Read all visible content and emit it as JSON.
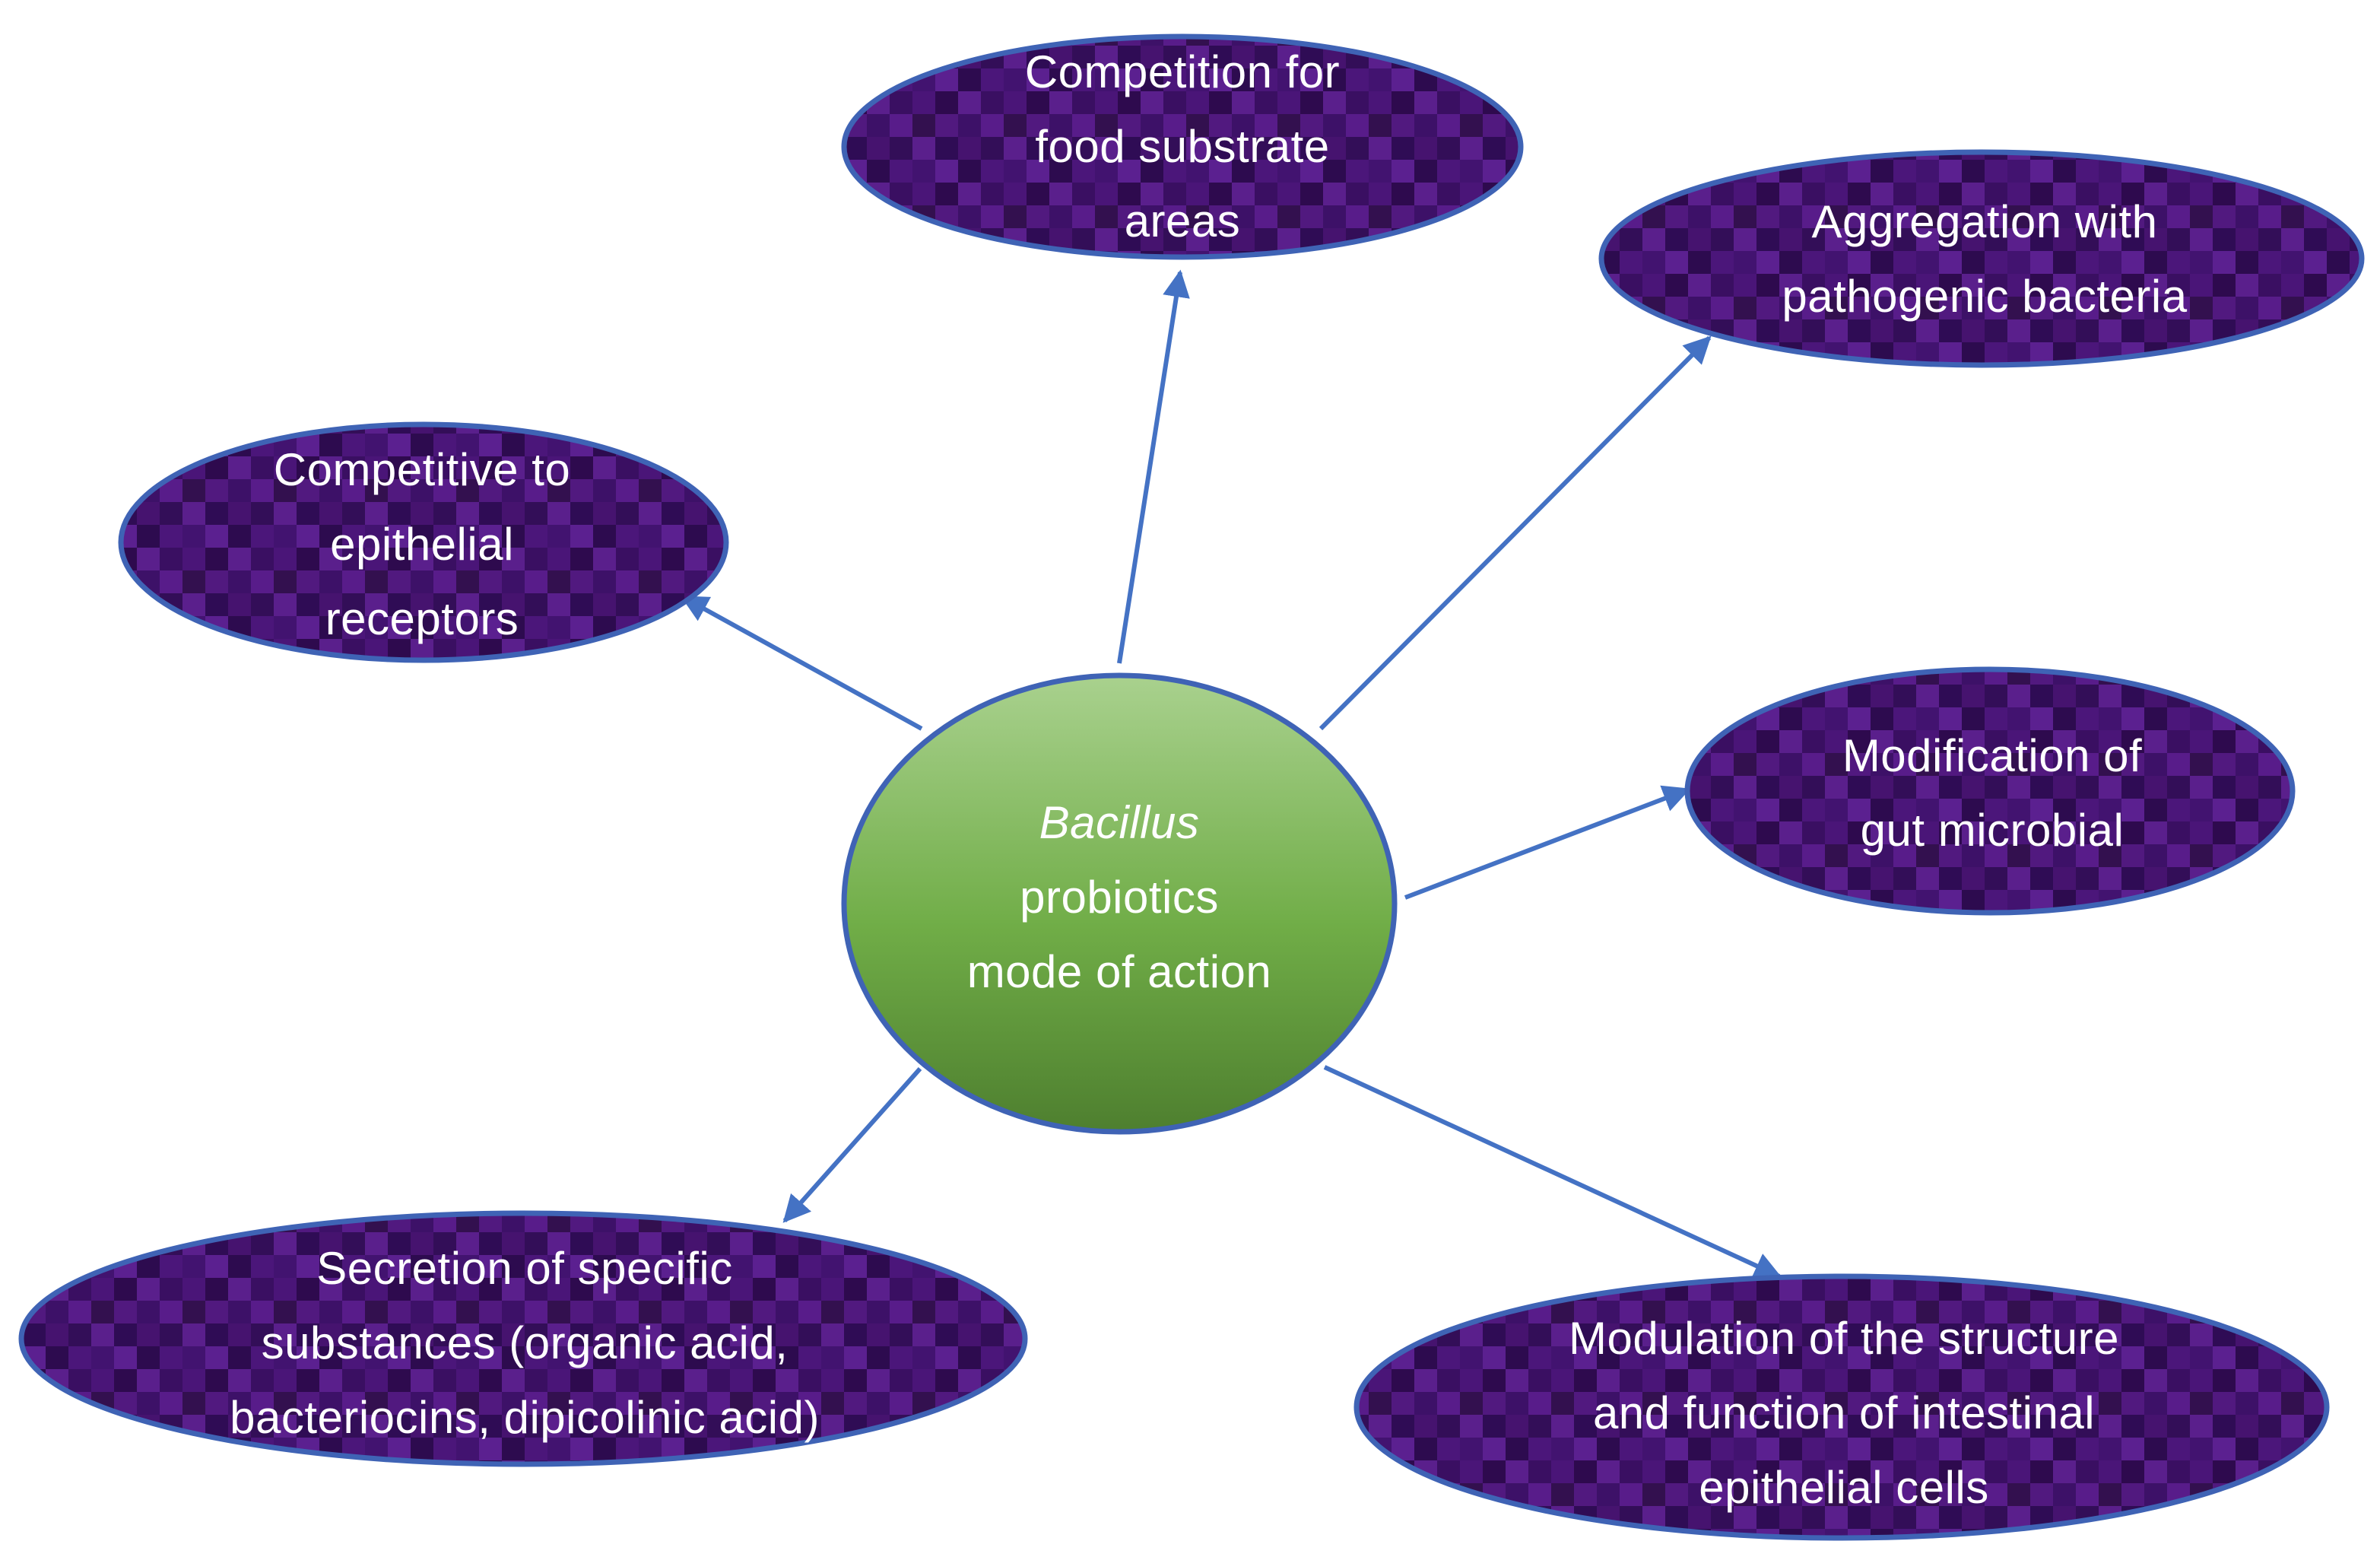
{
  "colors": {
    "arrow": "#4472c4",
    "node_border": "#3f63b5",
    "node_fill_dark": "#2e0a4e",
    "node_fill_mid": "#4a1578",
    "node_fill_light": "#5a1f8c",
    "center_top": "#a9d18e",
    "center_mid": "#70ad47",
    "center_bottom": "#4e7f2f",
    "text": "#ffffff"
  },
  "center": {
    "italic": "Bacillus",
    "line2": "probiotics",
    "line3": "mode of action"
  },
  "nodes": {
    "competition_food": [
      "Competition for",
      "food substrate",
      "areas"
    ],
    "aggregation": [
      "Aggregation with",
      "pathogenic bacteria"
    ],
    "competitive_receptors": [
      "Competitive to",
      "epithelial",
      "receptors"
    ],
    "modification_gut": [
      "Modification of",
      "gut microbial"
    ],
    "secretion": [
      "Secretion of specific",
      "substances (organic acid,",
      "bacteriocins, dipicolinic acid)"
    ],
    "modulation": [
      "Modulation of the structure",
      "and function of intestinal",
      "epithelial cells"
    ]
  }
}
